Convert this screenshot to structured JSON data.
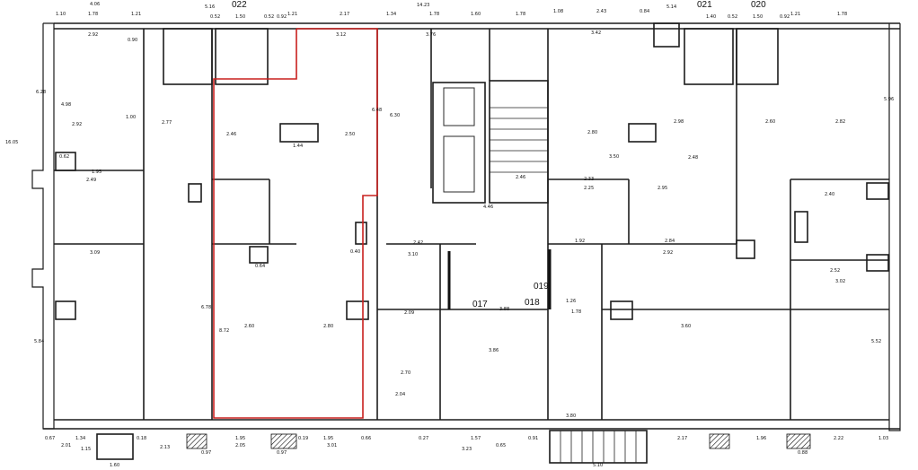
{
  "colors": {
    "highlight": "#c8201e",
    "wall": "#1c1c1c",
    "background": "#ffffff"
  },
  "room_numbers": [
    "022",
    "021",
    "020",
    "019",
    "018",
    "017"
  ],
  "top_dimensions": [
    "1.10",
    "1.78",
    "1.21",
    "0.52",
    "1.50",
    "0.92",
    "0.52",
    "1.21",
    "2.17",
    "1.34",
    "1.78",
    "1.60",
    "1.78",
    "1.08",
    "2.43",
    "0.84",
    "1.40",
    "0.52",
    "1.50",
    "0.92",
    "1.21",
    "1.78",
    "5.16",
    "5.14",
    "14.23",
    "4.06"
  ],
  "bottom_dimensions": [
    "0.67",
    "1.34",
    "2.01",
    "0.18",
    "2.13",
    "1.95",
    "2.05",
    "0.19",
    "1.95",
    "3.01",
    "0.66",
    "0.27",
    "1.57",
    "0.65",
    "0.91",
    "3.23",
    "5.10",
    "2.17",
    "1.96",
    "2.22",
    "1.03",
    "1.15",
    "1.60",
    "0.97",
    "0.97",
    "0.88"
  ],
  "room_dimensions": [
    "2.92",
    "2.77",
    "2.46",
    "2.50",
    "3.12",
    "3.76",
    "3.42",
    "2.92",
    "2.82",
    "2.60",
    "2.80",
    "3.50",
    "2.98",
    "2.48",
    "2.33",
    "2.25",
    "2.95",
    "2.46",
    "4.46",
    "2.42",
    "3.10",
    "2.09",
    "3.09",
    "2.49",
    "1.95",
    "2.40",
    "2.52",
    "3.02",
    "2.92",
    "2.84",
    "1.92",
    "3.88",
    "1.78",
    "1.26",
    "2.60",
    "2.80",
    "2.70",
    "2.04",
    "3.80",
    "3.86",
    "3.60",
    "6.28",
    "4.98",
    "5.96",
    "6.48",
    "6.30",
    "8.72",
    "6.78",
    "5.84",
    "5.52",
    "16.05",
    "1.44",
    "1.00",
    "0.90",
    "0.62",
    "0.64",
    "0.40"
  ]
}
